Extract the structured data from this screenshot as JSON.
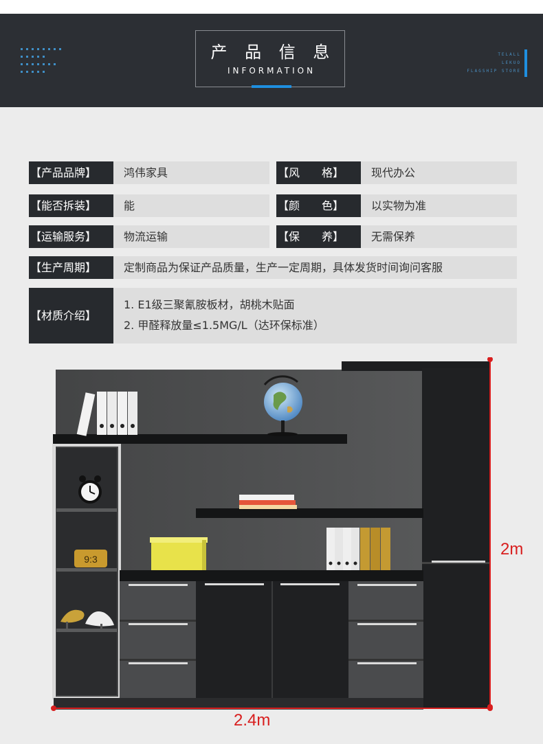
{
  "banner": {
    "title_cn": "产 品 信 息",
    "title_en": "INFORMATION",
    "store_lines": [
      "TELALL",
      "LEKUO",
      "FLAGSHIP STORE"
    ]
  },
  "specs": {
    "brand": {
      "label": "【产品品牌】",
      "value": "鸿伟家具"
    },
    "style": {
      "label": "【风　　格】",
      "value": "现代办公"
    },
    "detachable": {
      "label": "【能否拆装】",
      "value": "能"
    },
    "color": {
      "label": "【颜　　色】",
      "value": "以实物为准"
    },
    "shipping": {
      "label": "【运输服务】",
      "value": "物流运输"
    },
    "maintenance": {
      "label": "【保　　养】",
      "value": "无需保养"
    },
    "production": {
      "label": "【生产周期】",
      "value": "定制商品为保证产品质量，生产一定周期，具体发货时间询问客服"
    },
    "material": {
      "label": "【材质介绍】",
      "line1": "1. E1级三聚氰胺板材，胡桃木贴面",
      "line2": "2. 甲醛释放量≤1.5MG/L（达环保标准）"
    }
  },
  "dimensions": {
    "width": "2.4m",
    "height": "2m"
  },
  "colors": {
    "banner": "#2c2f34",
    "accent": "#1f8fe0",
    "dimension": "#d81e1e"
  }
}
